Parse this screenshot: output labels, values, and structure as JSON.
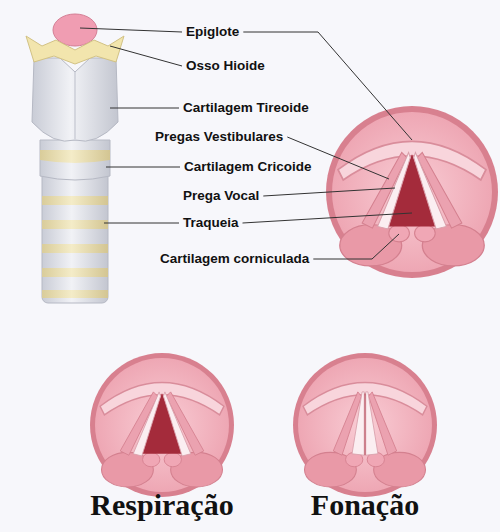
{
  "diagram": {
    "labels": [
      "Epiglote",
      "Osso Hioide",
      "Cartilagem Tireoide",
      "Pregas Vestibulares",
      "Cartilagem Cricoide",
      "Prega Vocal",
      "Traqueia",
      "Cartilagem corniculada",
      "Respiração",
      "Fonação"
    ]
  }
}
